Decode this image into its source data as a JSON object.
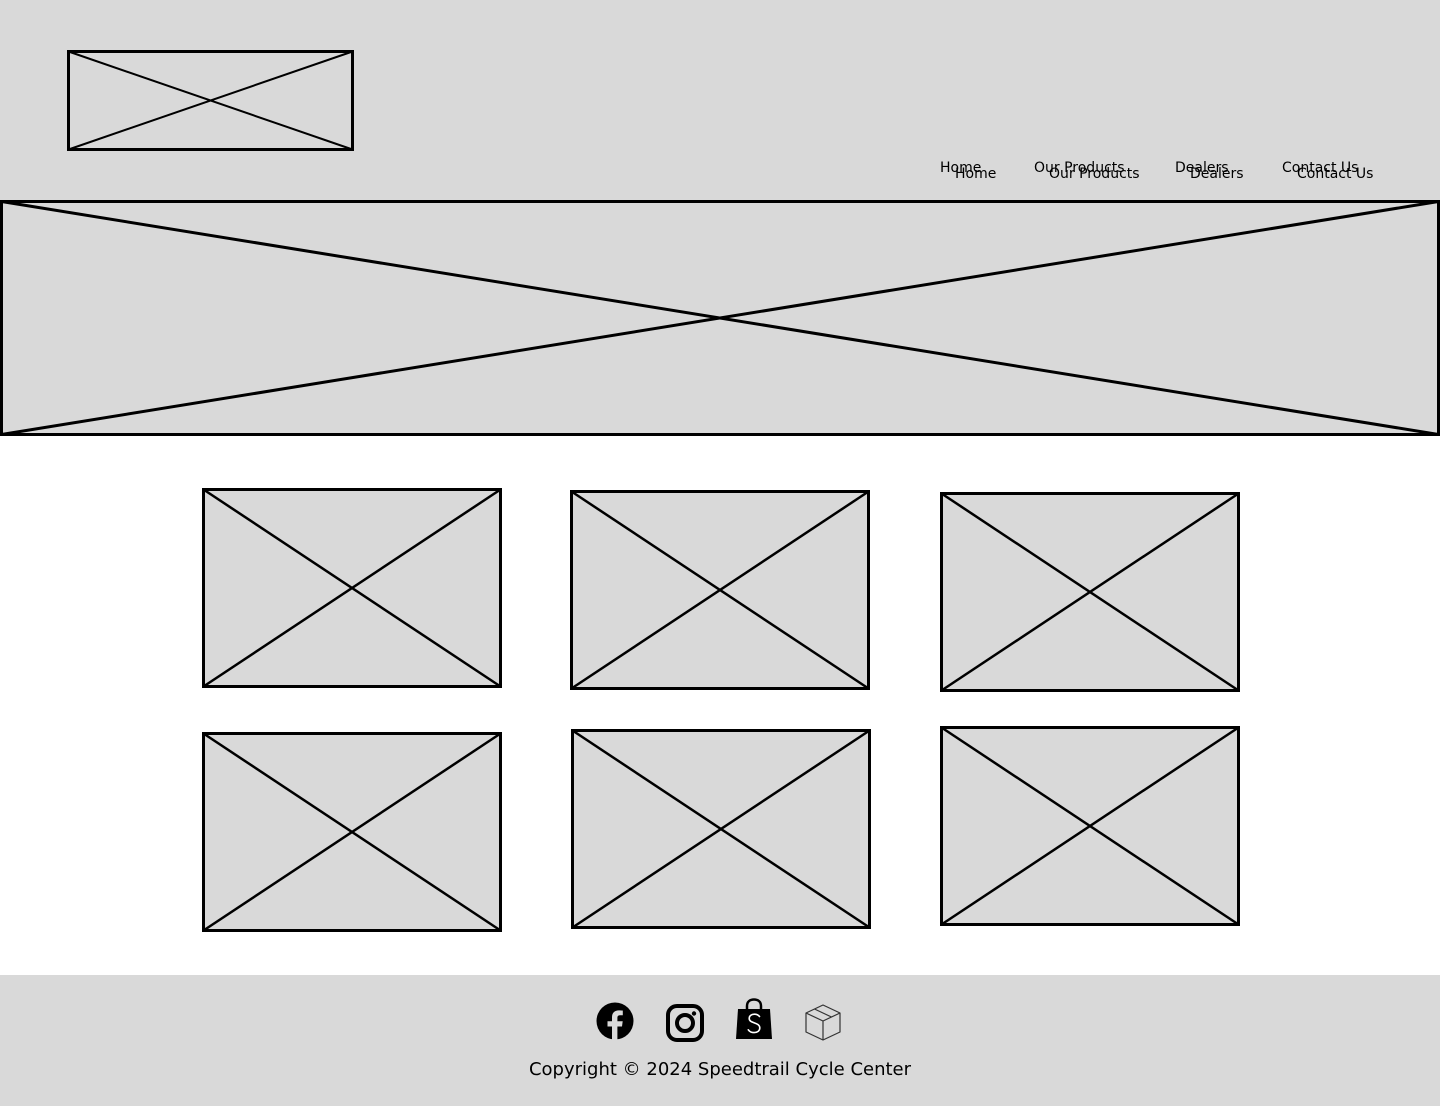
{
  "header": {
    "nav_primary": [
      "Home",
      "Our Products",
      "Dealers",
      "Contact Us"
    ],
    "nav_secondary": [
      "Home",
      "Our Products",
      "Dealers",
      "Contact Us"
    ]
  },
  "placeholder_color": "#d9d9d9",
  "footer": {
    "social_icons": [
      "facebook-icon",
      "instagram-icon",
      "shopping-bag-icon",
      "box-icon"
    ],
    "copyright": "Copyright © 2024 Speedtrail Cycle Center"
  }
}
